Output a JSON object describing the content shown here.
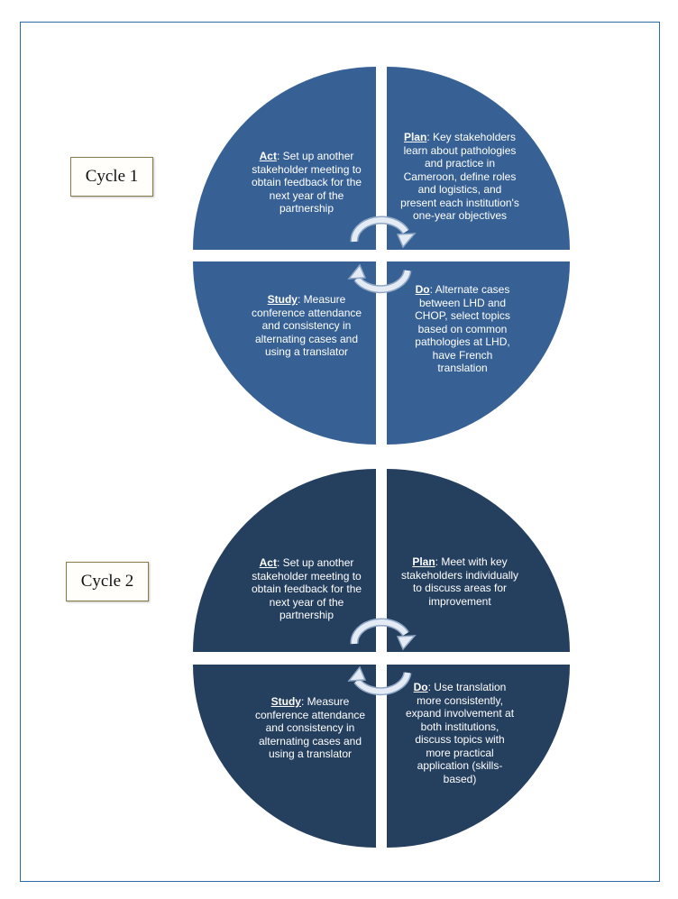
{
  "cycles": [
    {
      "label": "Cycle 1",
      "color": "#376194",
      "act": {
        "keyword": "Act",
        "text": ": Set up another stakeholder meeting to obtain feedback for the next year of the partnership"
      },
      "plan": {
        "keyword": "Plan",
        "text": ": Key stakeholders learn about pathologies and practice in Cameroon, define roles and logistics, and present each institution's one-year objectives"
      },
      "study": {
        "keyword": "Study",
        "text": ": Measure conference attendance and consistency in alternating cases and using a translator"
      },
      "do": {
        "keyword": "Do",
        "text": ": Alternate cases between LHD and CHOP, select topics based on common pathologies at LHD, have French translation"
      }
    },
    {
      "label": "Cycle 2",
      "color": "#253f5f",
      "act": {
        "keyword": "Act",
        "text": ": Set up another stakeholder meeting to obtain feedback for the next year of the partnership"
      },
      "plan": {
        "keyword": "Plan",
        "text": ": Meet with key stakeholders individually to discuss areas for improvement"
      },
      "study": {
        "keyword": "Study",
        "text": ": Measure conference attendance and consistency in alternating cases and using a translator"
      },
      "do": {
        "keyword": "Do",
        "text": ": Use translation more consistently, expand involvement at both institutions, discuss topics with more practical application (skills-based)"
      }
    }
  ],
  "colors": {
    "border": "#2e6aa3",
    "arrow_fill": "#dfe7f1",
    "arrow_stroke": "#8ea6c4"
  },
  "icons": {
    "cycle_arrows": "circular-arrows-icon"
  }
}
